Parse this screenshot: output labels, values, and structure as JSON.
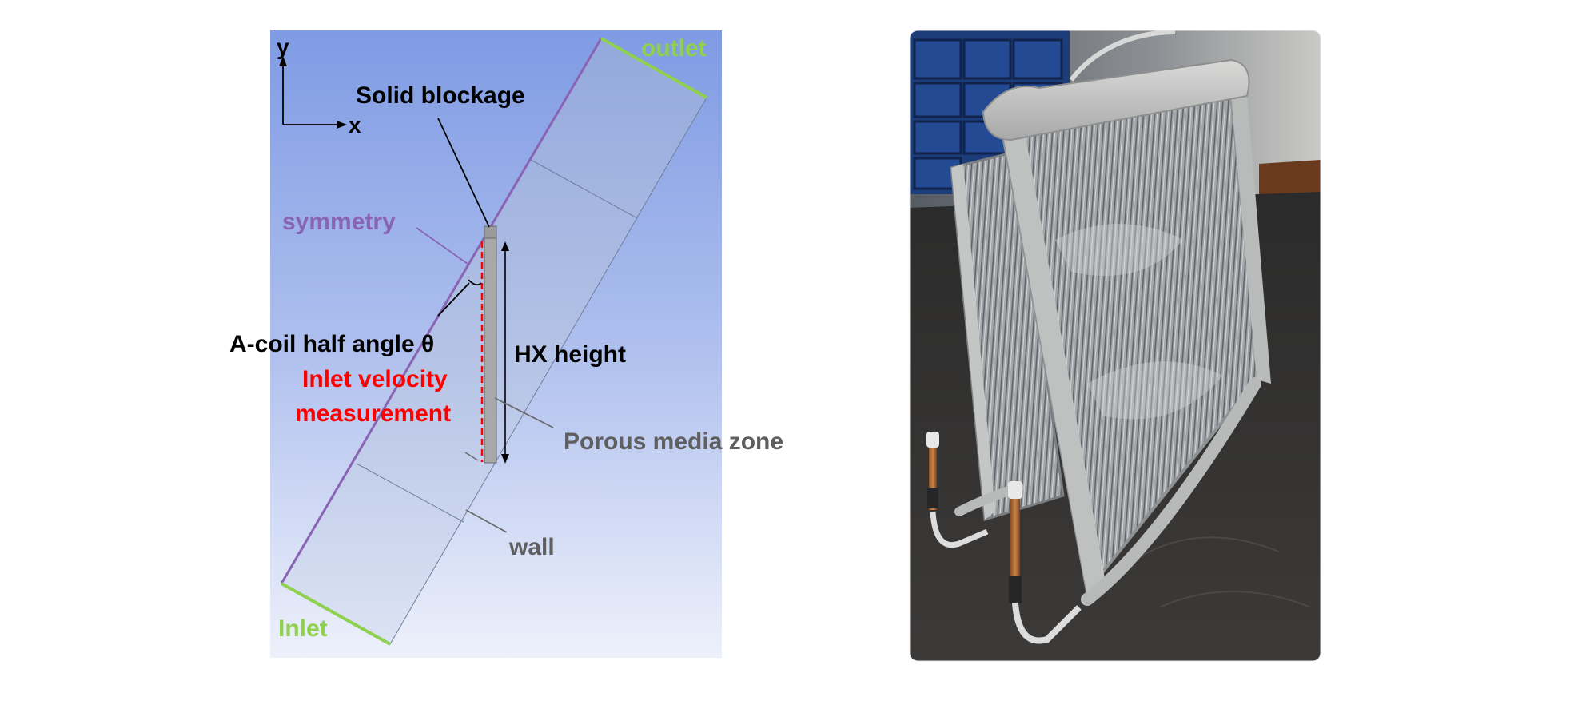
{
  "diagram": {
    "axes": {
      "y_label": "y",
      "x_label": "x"
    },
    "labels": {
      "outlet": "outlet",
      "inlet": "Inlet",
      "solid_blockage": "Solid blockage",
      "symmetry": "symmetry",
      "a_coil_half_angle": "A-coil half angle θ",
      "hx_height": "HX height",
      "inlet_velocity_line1": "Inlet velocity",
      "inlet_velocity_line2": "measurement",
      "porous_media_zone": "Porous media zone",
      "wall": "wall"
    },
    "colors": {
      "background_top": "#7f9be4",
      "background_bottom": "#eef1fb",
      "inlet_outlet": "#8fd14f",
      "symmetry": "#8a64b4",
      "measurement": "#ff0000",
      "gray_label": "#5f5f5f",
      "black_label": "#000000"
    }
  },
  "photo": {
    "subject": "A-coil heat exchanger photograph"
  }
}
